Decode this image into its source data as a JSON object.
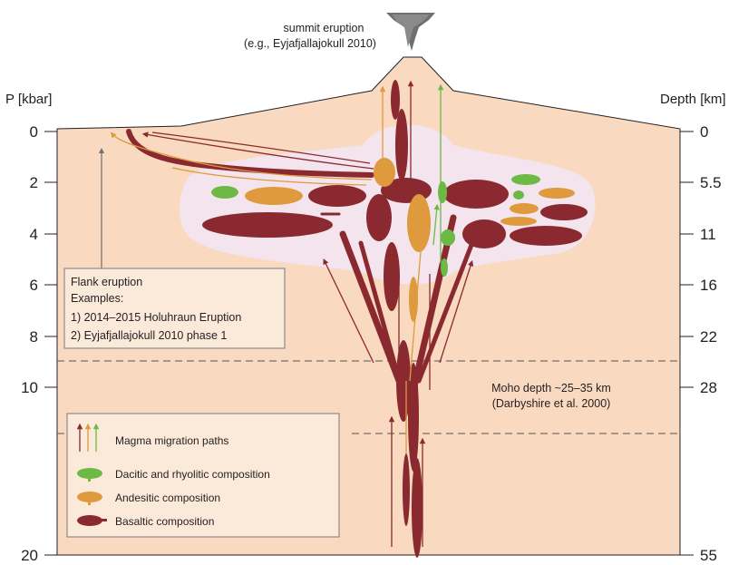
{
  "summit": {
    "line1": "summit eruption",
    "line2": "(e.g., Eyjafjallajokull 2010)"
  },
  "axes": {
    "left_title": "P [kbar]",
    "right_title": "Depth [km]",
    "pressure_ticks": [
      "0",
      "2",
      "4",
      "6",
      "8",
      "10",
      "20"
    ],
    "depth_ticks": [
      "0",
      "5.5",
      "11",
      "16",
      "22",
      "28",
      "55"
    ]
  },
  "flank_box": {
    "title": "Flank eruption",
    "examples_label": "Examples:",
    "example1": "1) 2014–2015 Holuhraun Eruption",
    "example2": "2) Eyjafjallajokull 2010 phase 1"
  },
  "moho": {
    "line1": "Moho depth ~25–35 km",
    "line2": "(Darbyshire et al. 2000)"
  },
  "legend": {
    "paths": "Magma migration paths",
    "dacitic": "Dacitic and rhyolitic composition",
    "andesitic": "Andesitic composition",
    "basaltic": "Basaltic composition"
  },
  "colors": {
    "crust": "#f9d9c0",
    "reservoir_zone": "#f4e4ee",
    "basaltic": "#8a2a30",
    "andesitic": "#de9a3c",
    "dacitic": "#6cb945",
    "box_fill": "#fbe9da",
    "box_border": "#8c8c8c",
    "plume": "#6f6f6f"
  }
}
